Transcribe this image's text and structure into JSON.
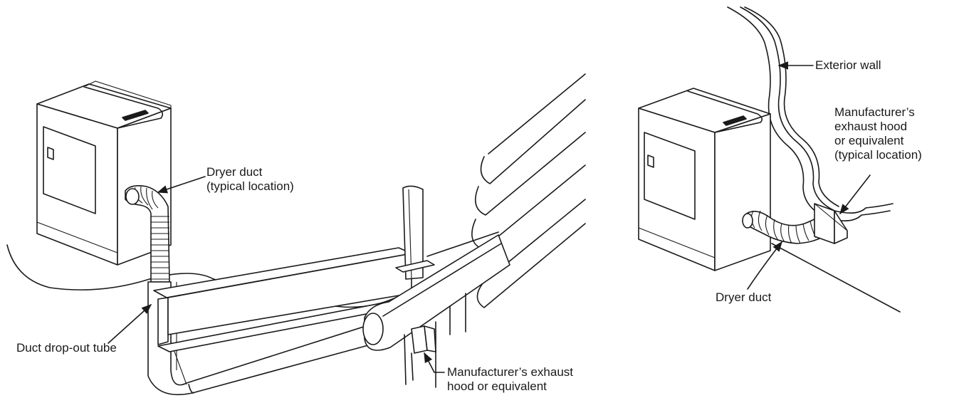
{
  "labels": {
    "left_dryer_duct": [
      "Dryer duct",
      "(typical location)"
    ],
    "drop_out_tube": "Duct drop-out tube",
    "left_exhaust_hood": [
      "Manufacturer’s exhaust",
      "hood or equivalent"
    ],
    "exterior_wall": "Exterior wall",
    "right_exhaust_hood": [
      "Manufacturer’s",
      "exhaust hood",
      "or equivalent",
      "(typical location)"
    ],
    "right_dryer_duct": "Dryer duct"
  }
}
